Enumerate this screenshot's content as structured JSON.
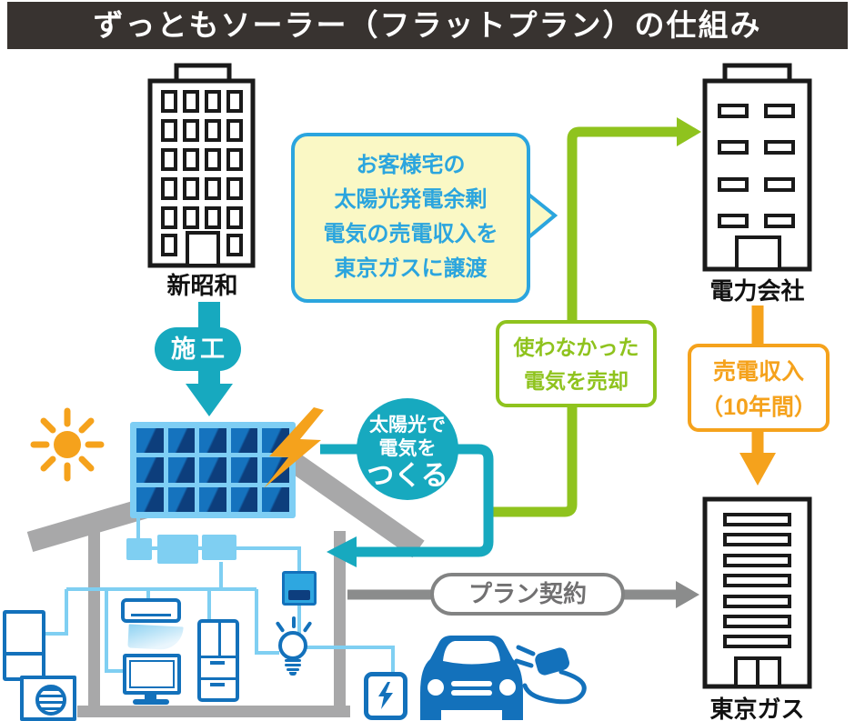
{
  "title": "ずっともソーラー（フラットプラン）の仕組み",
  "buildings": {
    "shinshowa": "新昭和",
    "power_company": "電力会社",
    "tokyo_gas": "東京ガス"
  },
  "speech_bubble": {
    "lines": [
      "お客様宅の",
      "太陽光発電余剰",
      "電気の売電収入を",
      "東京ガスに譲渡"
    ]
  },
  "flows": {
    "construction": "施工",
    "generate": {
      "lines": [
        "太陽光で",
        "電気を",
        "つくる"
      ]
    },
    "sell_unused": {
      "lines": [
        "使わなかった",
        "電気を売却"
      ]
    },
    "revenue": {
      "lines": [
        "売電収入",
        "（10年間）"
      ]
    },
    "plan_contract": "プラン契約"
  },
  "colors": {
    "title_bg": "#383330",
    "teal": "#17A9BF",
    "green": "#8FC31E",
    "orange": "#F5A21C",
    "cyan": "#2BA5DE",
    "bubble_bg": "#FAF8C5",
    "appliance_blue": "#1371BB",
    "wire_blue": "#7FCFF2",
    "structure_gray": "#A8A8A9"
  }
}
